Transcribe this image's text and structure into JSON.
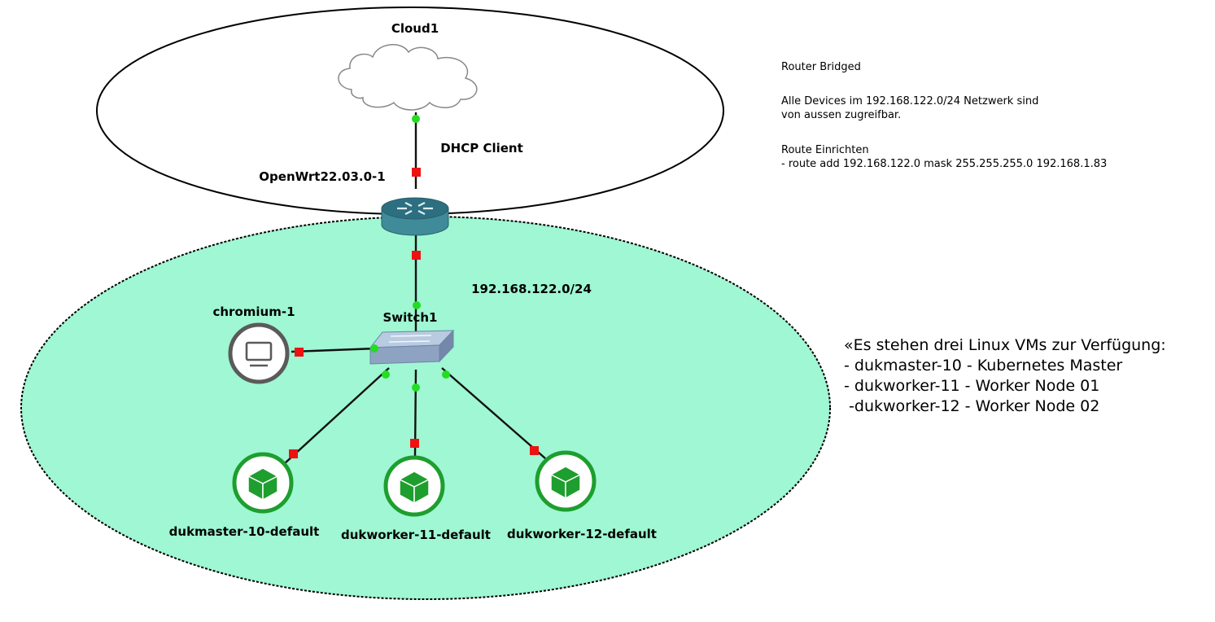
{
  "colors": {
    "lan_fill": "#9ff7d3",
    "link_up": "#22dd22",
    "link_down": "#ee1111",
    "vm_green": "#1e9e2e",
    "device_ring": "#5a5a5a"
  },
  "nodes": {
    "cloud": {
      "label": "Cloud1",
      "icon": "cloud-icon"
    },
    "router": {
      "label": "OpenWrt22.03.0-1",
      "icon": "router-icon"
    },
    "switch": {
      "label": "Switch1",
      "icon": "switch-icon"
    },
    "chromium": {
      "label": "chromium-1",
      "icon": "monitor-icon"
    },
    "vm1": {
      "label": "dukmaster-10-default",
      "icon": "cube-icon"
    },
    "vm2": {
      "label": "dukworker-11-default",
      "icon": "cube-icon"
    },
    "vm3": {
      "label": "dukworker-12-default",
      "icon": "cube-icon"
    }
  },
  "annotations": {
    "dhcp": "DHCP Client",
    "subnet": "192.168.122.0/24"
  },
  "notes": {
    "router_bridged": "Router Bridged",
    "devices_line1": "Alle Devices im 192.168.122.0/24 Netzwerk sind",
    "devices_line2": "von aussen zugreifbar.",
    "route_title": "Route Einrichten",
    "route_cmd": "- route add 192.168.122.0 mask 255.255.255.0 192.168.1.83"
  },
  "vm_list": [
    "«Es stehen drei Linux VMs zur Verfügung:",
    "- dukmaster-10 - Kubernetes Master",
    "- dukworker-11 - Worker Node 01",
    " -dukworker-12 - Worker Node 02"
  ]
}
